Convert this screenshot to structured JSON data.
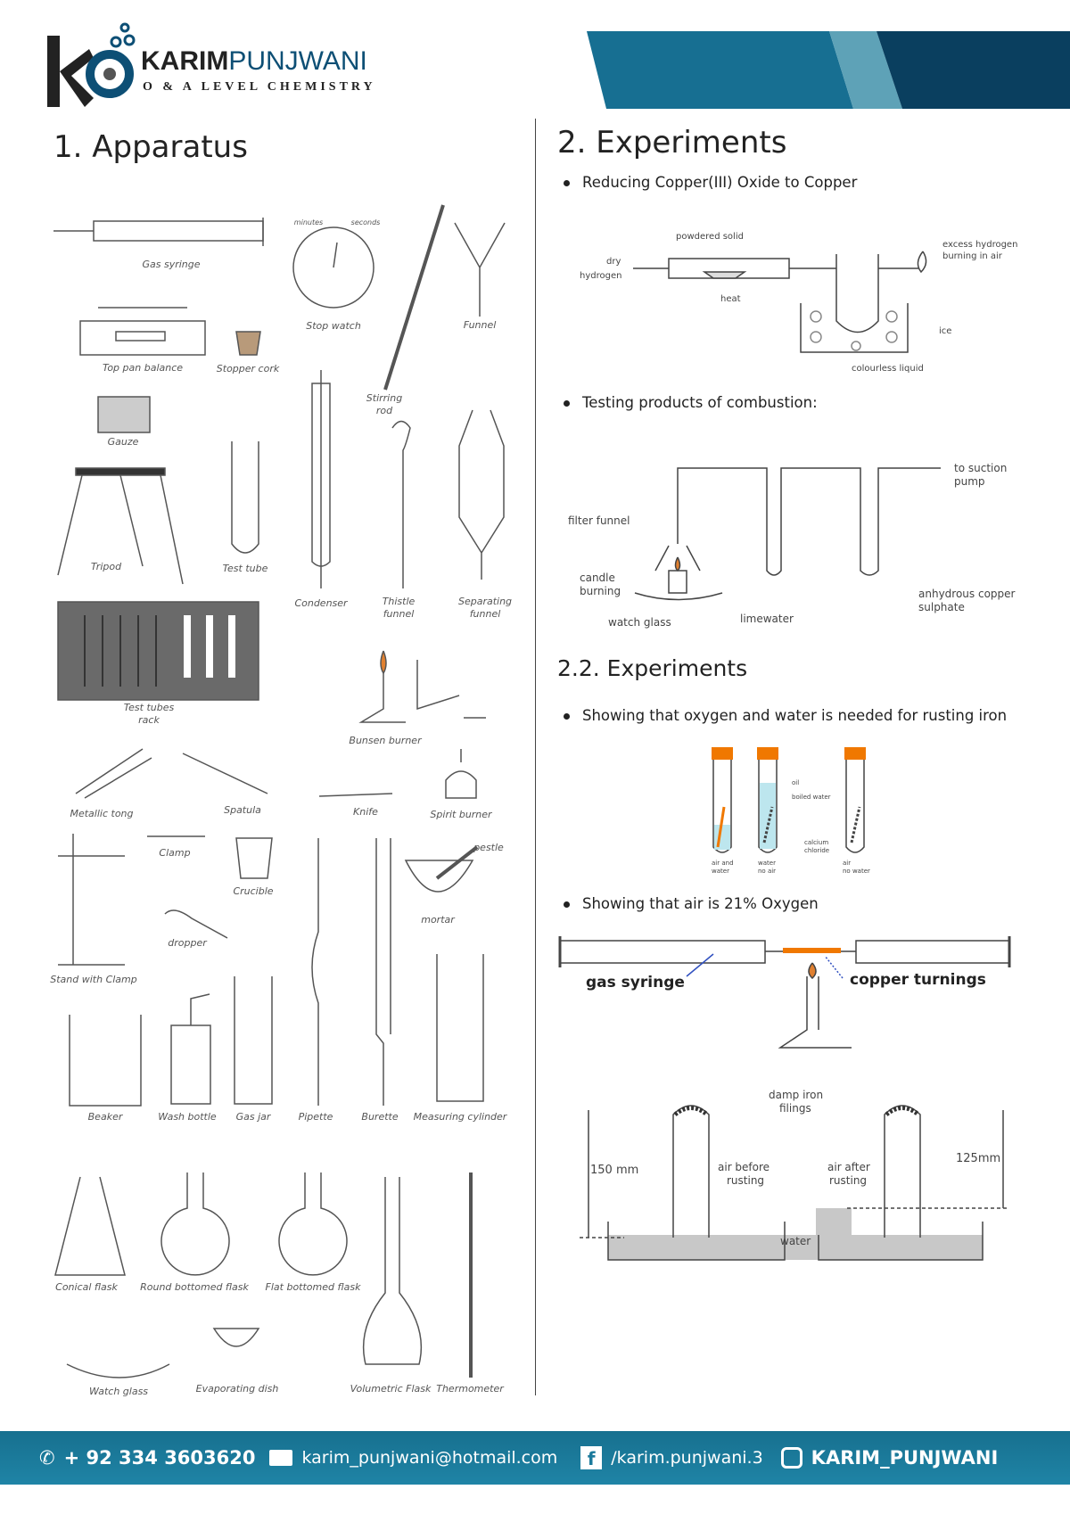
{
  "header": {
    "brand_bold": "KARIM",
    "brand_light": "PUNJWANI",
    "tagline": "O & A LEVEL CHEMISTRY",
    "colors": {
      "dark": "#0a3f5f",
      "mid": "#176f92",
      "light": "#5ea2b7"
    }
  },
  "apparatus": {
    "title": "1. Apparatus",
    "items": [
      "Gas syringe",
      "Stop watch",
      "Funnel",
      "Top pan balance",
      "Stopper cork",
      "Stirring rod",
      "Gauze",
      "Tripod",
      "Test tube",
      "Condenser",
      "Thistle funnel",
      "Separating funnel",
      "Test tubes rack",
      "Bunsen burner",
      "Metallic tong",
      "Spatula",
      "Knife",
      "Spirit burner",
      "Clamp",
      "Crucible",
      "pestle",
      "mortar",
      "dropper",
      "Stand with Clamp",
      "Beaker",
      "Wash bottle",
      "Gas jar",
      "Pipette",
      "Burette",
      "Measuring cylinder",
      "Conical flask",
      "Round bottomed flask",
      "Flat bottomed flask",
      "Watch glass",
      "Evaporating dish",
      "Volumetric Flask",
      "Thermometer"
    ],
    "stopwatch": {
      "minutes": "minutes",
      "seconds": "seconds"
    }
  },
  "experiments": {
    "title": "2. Experiments",
    "exp1": {
      "text": "Reducing Copper(III) Oxide to Copper",
      "labels": {
        "powdered": "powdered solid",
        "dry": "dry",
        "hydrogen": "hydrogen",
        "heat": "heat",
        "excess1": "excess hydrogen",
        "excess2": "burning in air",
        "ice": "ice",
        "liquid": "colourless liquid"
      }
    },
    "exp2": {
      "text": "Testing products of combustion:",
      "labels": {
        "funnel": "filter funnel",
        "candle1": "candle",
        "candle2": "burning",
        "watch": "watch glass",
        "lime": "limewater",
        "pump1": "to suction",
        "pump2": "pump",
        "cuso1": "anhydrous copper",
        "cuso2": "sulphate"
      }
    },
    "title2": "2.2. Experiments",
    "exp3": {
      "text": "Showing that oxygen and water is needed for rusting iron",
      "labels": {
        "oil": "oil",
        "boiled": "boiled water",
        "cacl1": "calcium",
        "cacl2": "chloride",
        "t1a": "air and",
        "t1b": "water",
        "t2a": "water",
        "t2b": "no air",
        "t3a": "air",
        "t3b": "no water"
      }
    },
    "exp4": {
      "text": "Showing that air is 21% Oxygen",
      "labels": {
        "syringe": "gas syringe",
        "copper": "copper turnings"
      }
    },
    "exp5": {
      "labels": {
        "damp1": "damp iron",
        "damp2": "filings",
        "h150": "150 mm",
        "before1": "air before",
        "before2": "rusting",
        "after1": "air after",
        "after2": "rusting",
        "h125": "125mm",
        "water": "water"
      }
    }
  },
  "footer": {
    "phone": "+ 92 334 3603620",
    "email": "karim_punjwani@hotmail.com",
    "facebook": "/karim.punjwani.3",
    "instagram": "KARIM_PUNJWANI"
  }
}
